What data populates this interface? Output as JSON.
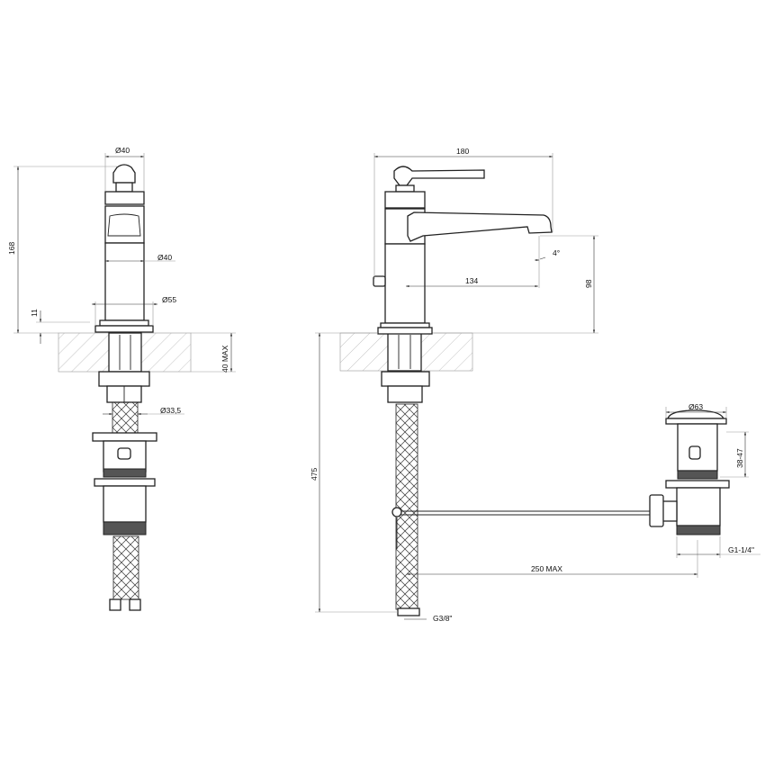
{
  "labels": {
    "left_top_diameter": "Ø40",
    "left_height": "168",
    "left_body_diameter": "Ø40",
    "left_base_diameter": "Ø55",
    "left_base_height": "11",
    "counter_thickness": "40 MAX",
    "shank_diameter": "Ø33,5",
    "reach_total": "180",
    "spout_angle": "4°",
    "spout_reach": "134",
    "spout_height": "98",
    "hose_length": "475",
    "drain_diameter": "Ø63",
    "drain_range": "38-47",
    "drain_thread": "G1-1/4\"",
    "rod_length": "250 MAX",
    "hose_thread": "G3/8\""
  },
  "colors": {
    "line": "#222222",
    "hatch": "#999999"
  }
}
